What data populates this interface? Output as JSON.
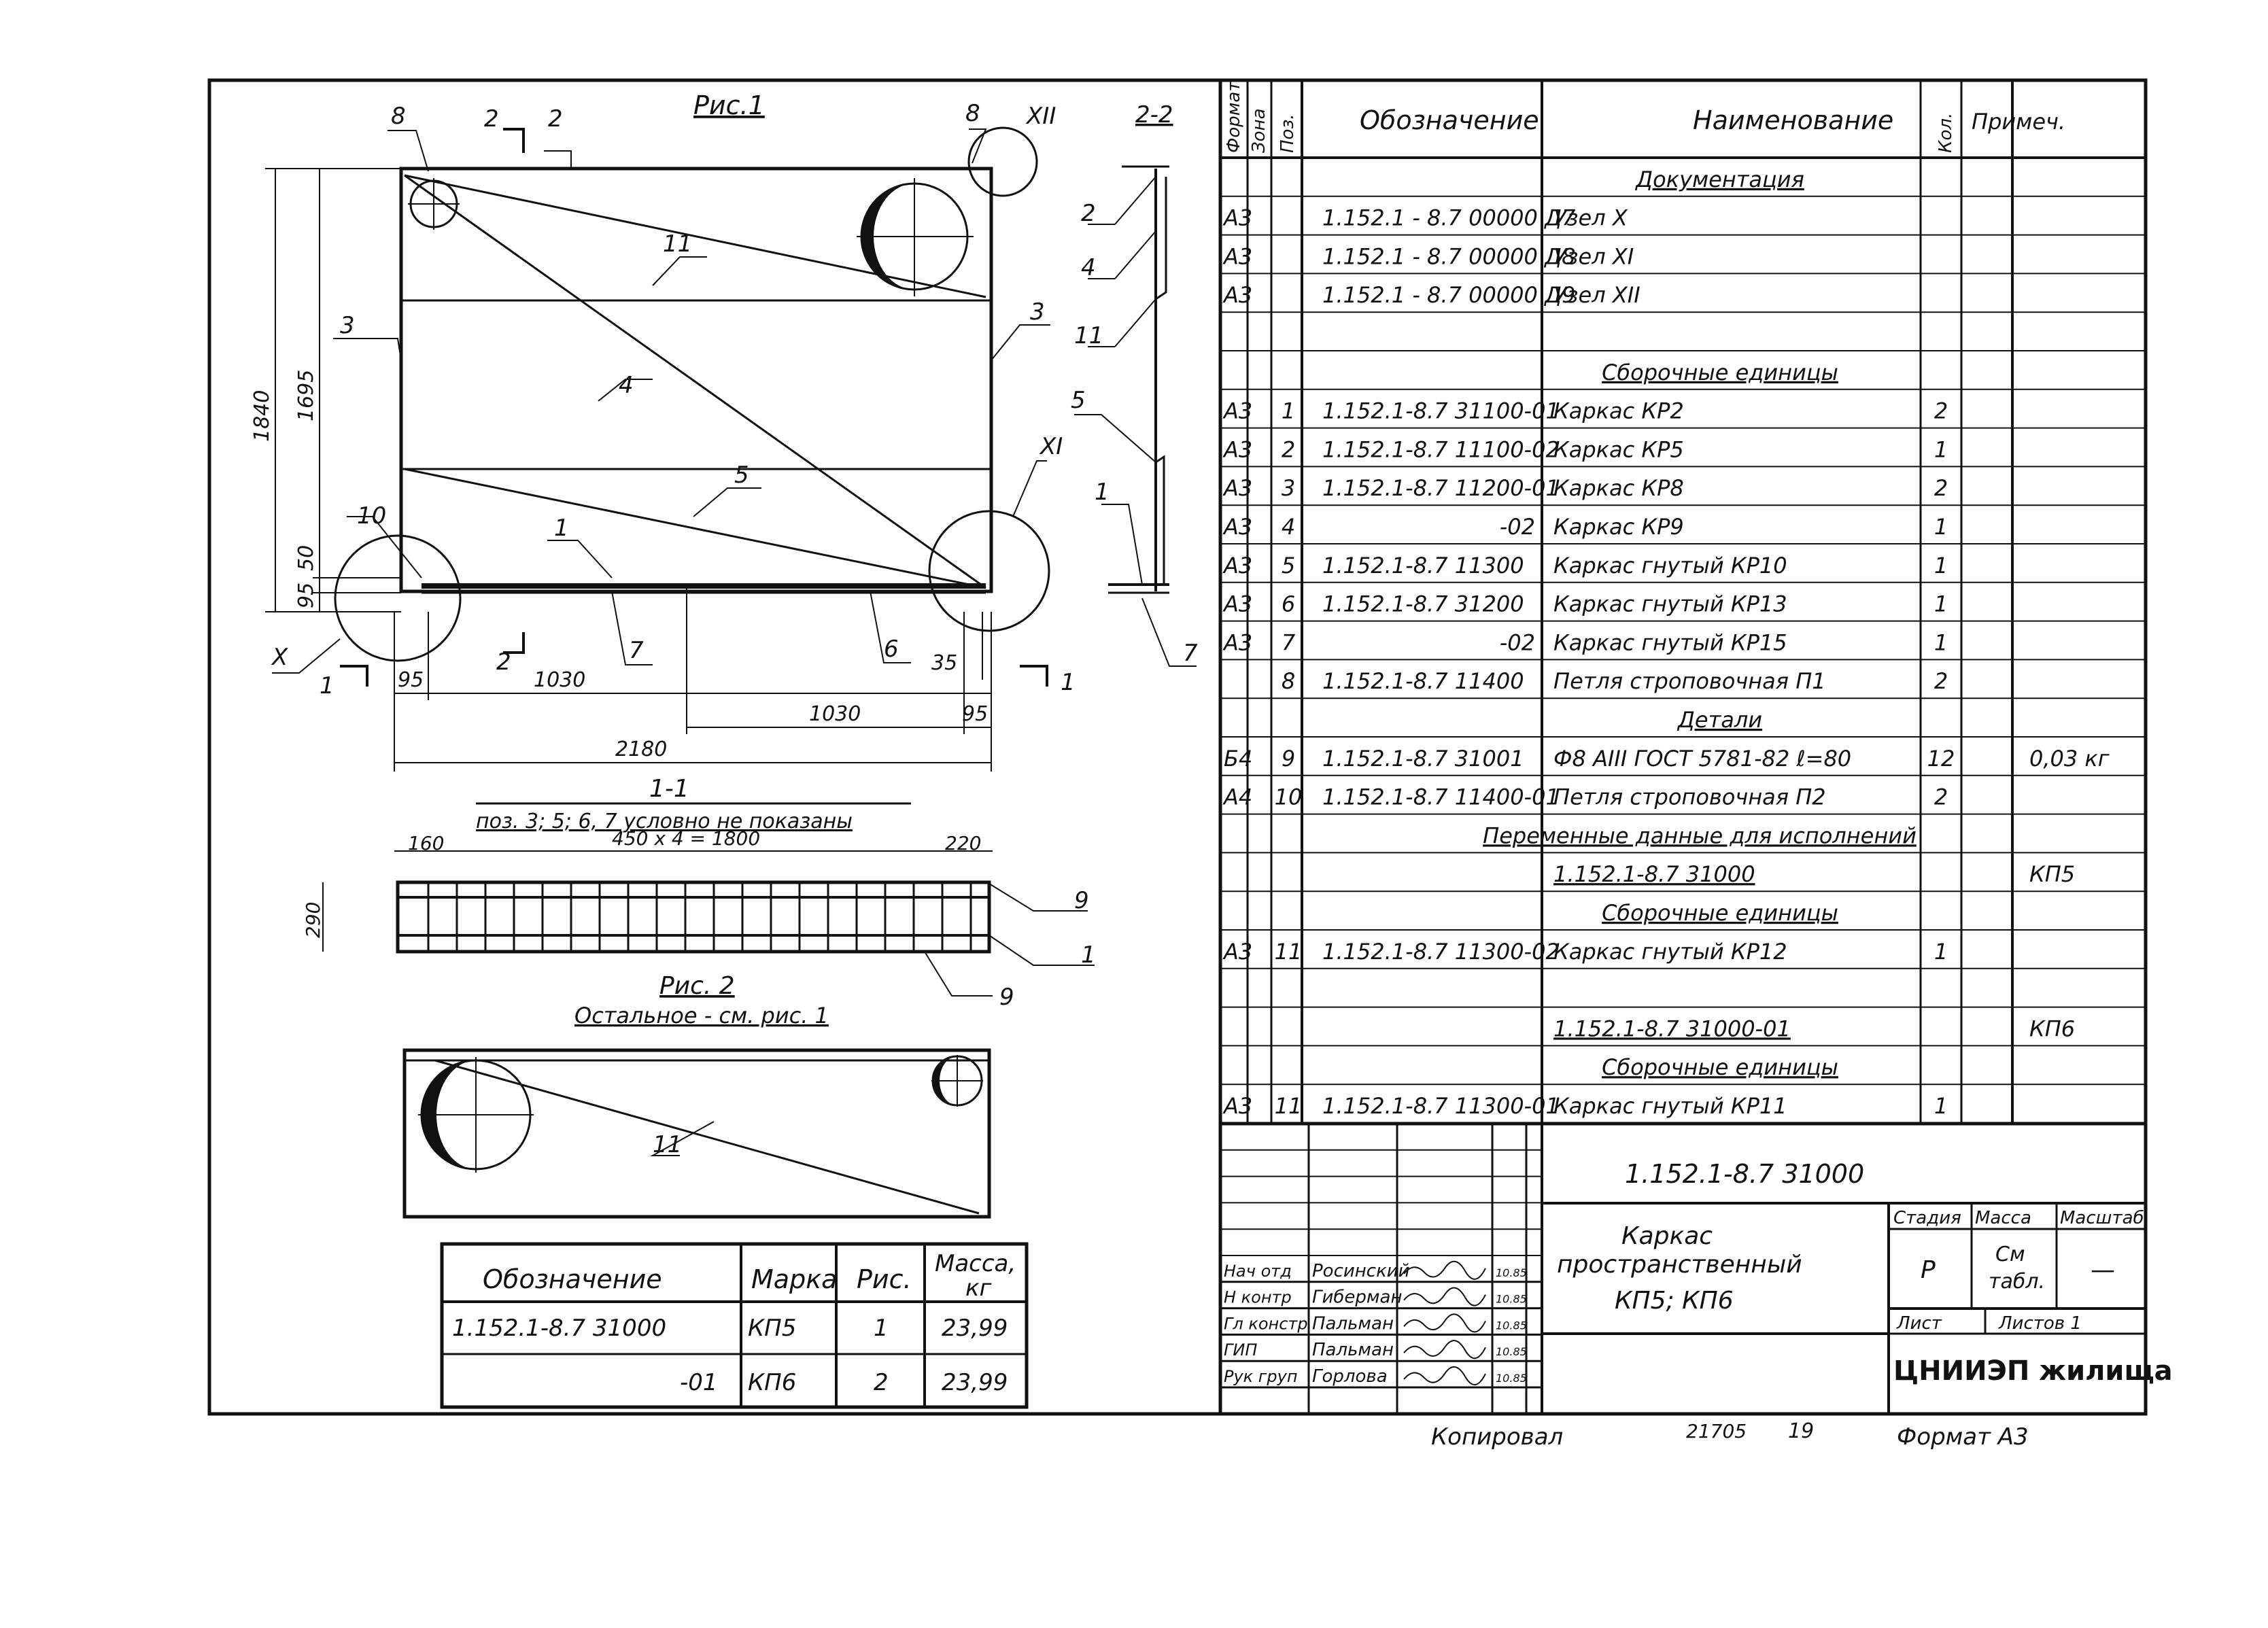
{
  "drawing": {
    "fig1_title": "Рис.1",
    "fig2_title": "Рис. 2",
    "fig2_note": "Остальное - см. рис. 1",
    "section_11": "1-1",
    "section_11_note": "поз. 3; 5; 6, 7 условно не показаны",
    "section_22": "2-2",
    "section_11_cut_label": "1",
    "section_22_cut_label": "2",
    "node_labels": [
      "8",
      "XII",
      "X",
      "XI",
      "10"
    ],
    "pos_labels": [
      "2",
      "3",
      "4",
      "5",
      "1",
      "7",
      "6",
      "11"
    ],
    "dims": {
      "total_height": "1840",
      "inner_height": "1695",
      "d50": "50",
      "d95": "95",
      "left95": "95",
      "d1030_a": "1030",
      "d1030_b": "1030",
      "d35": "35",
      "right95": "95",
      "d2180": "2180",
      "d160": "160",
      "spacing": "450 x 4 = 1800",
      "d220": "220",
      "d290": "290"
    },
    "s22_labels": [
      "2",
      "4",
      "11",
      "5",
      "1",
      "7"
    ],
    "s11_labels": [
      "9",
      "1",
      "9"
    ],
    "fig2_label": "11"
  },
  "mass_table": {
    "headers": [
      "Обозначение",
      "Марка",
      "Рис.",
      "Масса, кг"
    ],
    "rows": [
      [
        "1.152.1-8.7 31000",
        "КП5",
        "1",
        "23,99"
      ],
      [
        "-01",
        "КП6",
        "2",
        "23,99"
      ]
    ]
  },
  "spec_table": {
    "headers": [
      "Формат",
      "Зона",
      "Поз.",
      "Обозначение",
      "Наименование",
      "Кол.",
      "Примеч."
    ],
    "rows": [
      {
        "f": "",
        "z": "",
        "p": "",
        "d": "",
        "n": "Документация",
        "q": "",
        "r": "",
        "h": true
      },
      {
        "f": "А3",
        "z": "",
        "p": "",
        "d": "1.152.1 - 8.7 00000 Д7",
        "n": "Узел X",
        "q": "",
        "r": ""
      },
      {
        "f": "А3",
        "z": "",
        "p": "",
        "d": "1.152.1 - 8.7 00000 Д8",
        "n": "Узел XI",
        "q": "",
        "r": ""
      },
      {
        "f": "А3",
        "z": "",
        "p": "",
        "d": "1.152.1 - 8.7 00000 Д9",
        "n": "Узел XII",
        "q": "",
        "r": ""
      },
      {
        "f": "",
        "z": "",
        "p": "",
        "d": "",
        "n": "",
        "q": "",
        "r": ""
      },
      {
        "f": "",
        "z": "",
        "p": "",
        "d": "",
        "n": "Сборочные единицы",
        "q": "",
        "r": "",
        "h": true
      },
      {
        "f": "А3",
        "z": "",
        "p": "1",
        "d": "1.152.1-8.7 31100-01",
        "n": "Каркас КР2",
        "q": "2",
        "r": ""
      },
      {
        "f": "А3",
        "z": "",
        "p": "2",
        "d": "1.152.1-8.7 11100-02",
        "n": "Каркас КР5",
        "q": "1",
        "r": ""
      },
      {
        "f": "А3",
        "z": "",
        "p": "3",
        "d": "1.152.1-8.7 11200-01",
        "n": "Каркас КР8",
        "q": "2",
        "r": ""
      },
      {
        "f": "А3",
        "z": "",
        "p": "4",
        "d": "-02",
        "n": "Каркас КР9",
        "q": "1",
        "r": ""
      },
      {
        "f": "А3",
        "z": "",
        "p": "5",
        "d": "1.152.1-8.7 11300",
        "n": "Каркас гнутый КР10",
        "q": "1",
        "r": ""
      },
      {
        "f": "А3",
        "z": "",
        "p": "6",
        "d": "1.152.1-8.7 31200",
        "n": "Каркас гнутый КР13",
        "q": "1",
        "r": ""
      },
      {
        "f": "А3",
        "z": "",
        "p": "7",
        "d": "-02",
        "n": "Каркас гнутый КР15",
        "q": "1",
        "r": ""
      },
      {
        "f": "",
        "z": "",
        "p": "8",
        "d": "1.152.1-8.7 11400",
        "n": "Петля строповочная П1",
        "q": "2",
        "r": ""
      },
      {
        "f": "",
        "z": "",
        "p": "",
        "d": "",
        "n": "Детали",
        "q": "",
        "r": "",
        "h": true
      },
      {
        "f": "Б4",
        "z": "",
        "p": "9",
        "d": "1.152.1-8.7 31001",
        "n": "Ф8 АIII ГОСТ 5781-82 ℓ=80",
        "q": "12",
        "r": "0,03 кг"
      },
      {
        "f": "А4",
        "z": "",
        "p": "10",
        "d": "1.152.1-8.7 11400-01",
        "n": "Петля строповочная П2",
        "q": "2",
        "r": ""
      },
      {
        "f": "",
        "z": "",
        "p": "",
        "d": "",
        "n": "Переменные данные для исполнений",
        "q": "",
        "r": "",
        "h": true,
        "wide": true
      },
      {
        "f": "",
        "z": "",
        "p": "",
        "d": "",
        "n": "1.152.1-8.7 31000",
        "q": "",
        "r": "КП5",
        "u": true
      },
      {
        "f": "",
        "z": "",
        "p": "",
        "d": "",
        "n": "Сборочные единицы",
        "q": "",
        "r": "",
        "h": true
      },
      {
        "f": "А3",
        "z": "",
        "p": "11",
        "d": "1.152.1-8.7 11300-02",
        "n": "Каркас гнутый КР12",
        "q": "1",
        "r": ""
      },
      {
        "f": "",
        "z": "",
        "p": "",
        "d": "",
        "n": "",
        "q": "",
        "r": ""
      },
      {
        "f": "",
        "z": "",
        "p": "",
        "d": "",
        "n": "1.152.1-8.7 31000-01",
        "q": "",
        "r": "КП6",
        "u": true
      },
      {
        "f": "",
        "z": "",
        "p": "",
        "d": "",
        "n": "Сборочные единицы",
        "q": "",
        "r": "",
        "h": true
      },
      {
        "f": "А3",
        "z": "",
        "p": "11",
        "d": "1.152.1-8.7 11300-01",
        "n": "Каркас гнутый КР11",
        "q": "1",
        "r": ""
      }
    ]
  },
  "title_block": {
    "doc_code": "1.152.1-8.7 31000",
    "name_line1": "Каркас",
    "name_line2": "пространственный",
    "name_line3": "КП5; КП6",
    "stage_h": "Стадия",
    "mass_h": "Масса",
    "scale_h": "Масштаб",
    "stage_v": "Р",
    "mass_v1": "См",
    "mass_v2": "табл.",
    "scale_v": "—",
    "sheet_h": "Лист",
    "sheets_h": "Листов 1",
    "org": "ЦНИИЭП жилища",
    "signers": [
      {
        "role": "Нач отд",
        "name": "Росинский",
        "date": "10.85"
      },
      {
        "role": "Н контр",
        "name": "Гиберман",
        "date": "10.85"
      },
      {
        "role": "Гл констр",
        "name": "Пальман",
        "date": "10.85"
      },
      {
        "role": "ГИП",
        "name": "Пальман",
        "date": "10.85"
      },
      {
        "role": "Рук груп",
        "name": "Горлова",
        "date": "10.85"
      }
    ]
  },
  "footer": {
    "copied": "Копировал",
    "num1": "21705",
    "num2": "19",
    "format": "Формат А3"
  }
}
